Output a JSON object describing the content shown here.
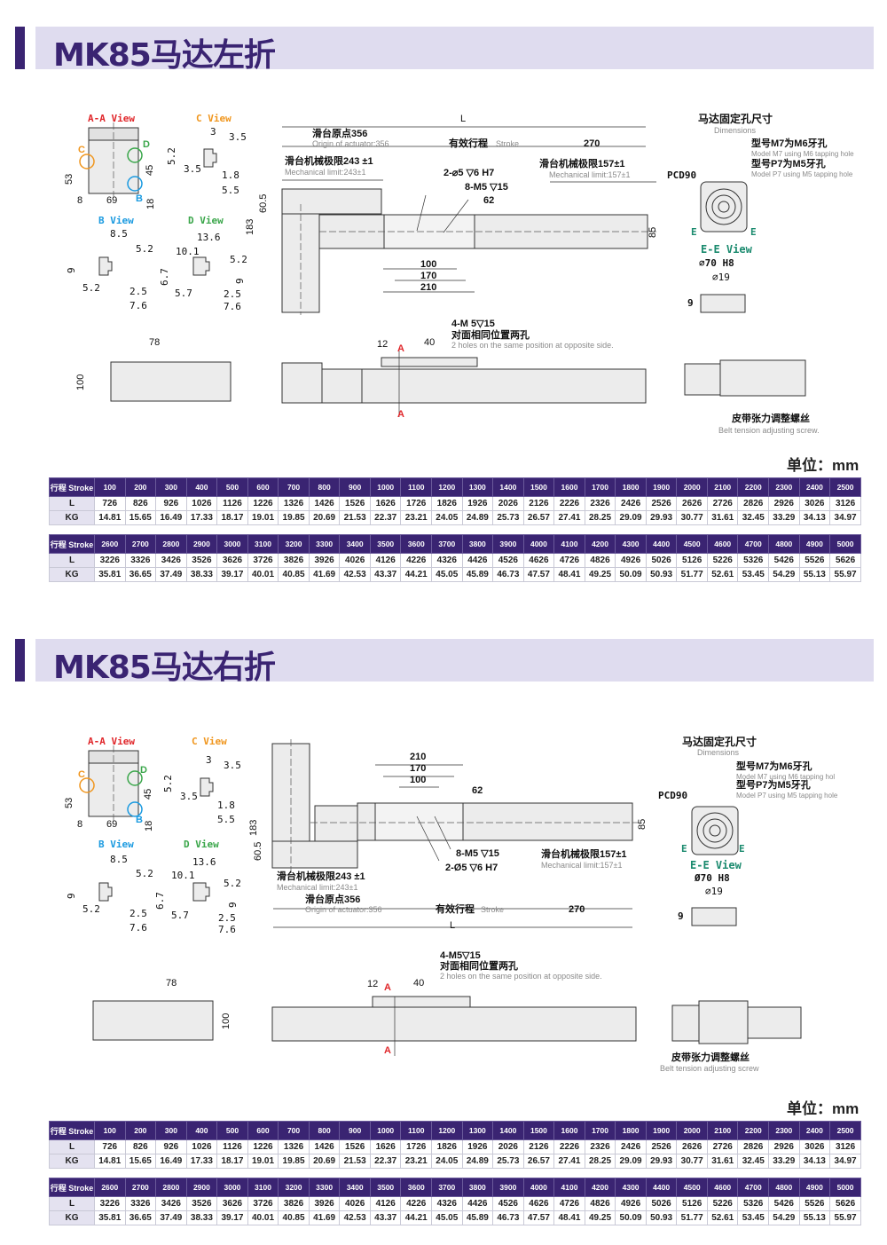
{
  "common": {
    "aa_view": "A-A View",
    "c_view": "C View",
    "b_view": "B View",
    "d_view": "D View",
    "c_mark": "C",
    "d_mark": "D",
    "b_mark": "B",
    "n53": "53",
    "n45": "45",
    "n8": "8",
    "n69": "69",
    "n18": "18",
    "n3": "3",
    "n3_5": "3.5",
    "n5_2": "5.2",
    "n1_8": "1.8",
    "n5_5": "5.5",
    "n8_5": "8.5",
    "n9": "9",
    "n2_5": "2.5",
    "n7_6": "7.6",
    "n13_6": "13.6",
    "n10_1": "10.1",
    "n6_7": "6.7",
    "n5_7": "5.7",
    "L": "L",
    "origin_cn": "滑台原点356",
    "origin_en": "Origin of actuator:356",
    "stroke_cn": "有效行程",
    "stroke_en": "Stroke",
    "n270": "270",
    "limit243_cn": "滑台机械极限243 ±1",
    "limit243_en": "Mechanical limit:243±1",
    "limit157_cn": "滑台机械极限157±1",
    "limit157_en": "Mechanical limit:157±1",
    "pin_holes": "2-⌀5 ▽6 H7",
    "m5_holes": "8-M5 ▽15",
    "n62": "62",
    "n100": "100",
    "n170": "170",
    "n210": "210",
    "n60_5": "60.5",
    "n183": "183",
    "n85": "85",
    "motor_dim_cn": "马达固定孔尺寸",
    "motor_dim_en": "Dimensions",
    "m7_cn": "型号M7为M6牙孔",
    "p7_cn": "型号P7为M5牙孔",
    "p7_en": "Model P7 using M5 tapping hole",
    "pcd": "PCD90",
    "e_mark": "E",
    "ee_view": "E-E View",
    "d19": "⌀19",
    "n78": "78",
    "n12": "12",
    "n40": "40",
    "a_mark": "A",
    "opposite_cn": "对面相同位置两孔",
    "opposite_en": "2 holes on the same position at opposite side.",
    "belt_cn": "皮带张力调整螺丝",
    "unit": "单位：mm"
  },
  "sections": [
    {
      "title": "MK85马达左折",
      "m7_en": "Model M7 using M6 tapping hole",
      "d70": "⌀70 H8",
      "side_holes": "4-M 5▽15",
      "belt_en": "Belt tension adjusting screw."
    },
    {
      "title": "MK85马达右折",
      "m7_en": "Model M7 using M6 tapping hol",
      "d70": "Ø70 H8",
      "side_holes": "4-M5▽15",
      "pin_holes": "2-Ø5 ▽6 H7",
      "belt_en": "Belt tension adjusting screw"
    }
  ],
  "spec_table": {
    "stroke_label": "行程 Stroke",
    "l_label": "L",
    "kg_label": "KG",
    "blocks": [
      {
        "stroke": [
          "100",
          "200",
          "300",
          "400",
          "500",
          "600",
          "700",
          "800",
          "900",
          "1000",
          "1100",
          "1200",
          "1300",
          "1400",
          "1500",
          "1600",
          "1700",
          "1800",
          "1900",
          "2000",
          "2100",
          "2200",
          "2300",
          "2400",
          "2500"
        ],
        "L": [
          "726",
          "826",
          "926",
          "1026",
          "1126",
          "1226",
          "1326",
          "1426",
          "1526",
          "1626",
          "1726",
          "1826",
          "1926",
          "2026",
          "2126",
          "2226",
          "2326",
          "2426",
          "2526",
          "2626",
          "2726",
          "2826",
          "2926",
          "3026",
          "3126"
        ],
        "KG": [
          "14.81",
          "15.65",
          "16.49",
          "17.33",
          "18.17",
          "19.01",
          "19.85",
          "20.69",
          "21.53",
          "22.37",
          "23.21",
          "24.05",
          "24.89",
          "25.73",
          "26.57",
          "27.41",
          "28.25",
          "29.09",
          "29.93",
          "30.77",
          "31.61",
          "32.45",
          "33.29",
          "34.13",
          "34.97"
        ]
      },
      {
        "stroke": [
          "2600",
          "2700",
          "2800",
          "2900",
          "3000",
          "3100",
          "3200",
          "3300",
          "3400",
          "3500",
          "3600",
          "3700",
          "3800",
          "3900",
          "4000",
          "4100",
          "4200",
          "4300",
          "4400",
          "4500",
          "4600",
          "4700",
          "4800",
          "4900",
          "5000"
        ],
        "L": [
          "3226",
          "3326",
          "3426",
          "3526",
          "3626",
          "3726",
          "3826",
          "3926",
          "4026",
          "4126",
          "4226",
          "4326",
          "4426",
          "4526",
          "4626",
          "4726",
          "4826",
          "4926",
          "5026",
          "5126",
          "5226",
          "5326",
          "5426",
          "5526",
          "5626"
        ],
        "KG": [
          "35.81",
          "36.65",
          "37.49",
          "38.33",
          "39.17",
          "40.01",
          "40.85",
          "41.69",
          "42.53",
          "43.37",
          "44.21",
          "45.05",
          "45.89",
          "46.73",
          "47.57",
          "48.41",
          "49.25",
          "50.09",
          "50.93",
          "51.77",
          "52.61",
          "53.45",
          "54.29",
          "55.13",
          "55.97"
        ]
      }
    ]
  }
}
